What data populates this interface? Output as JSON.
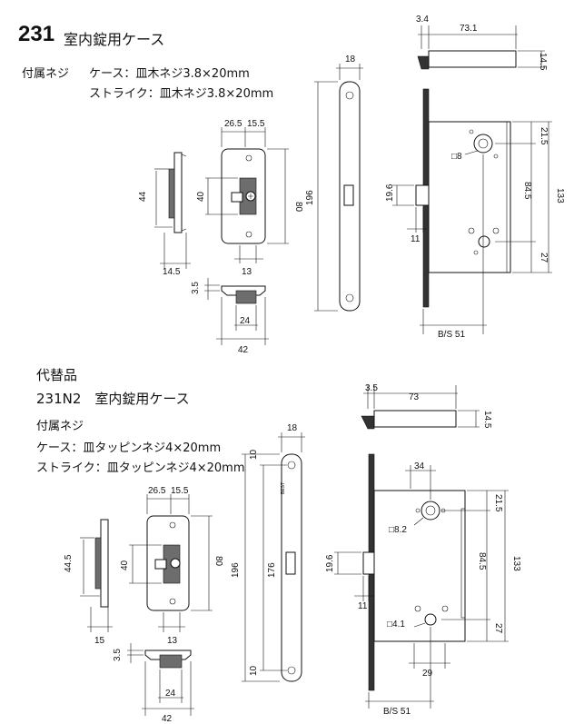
{
  "header": {
    "model_number": "231",
    "model_name": "室内錠用ケース",
    "accessories_label": "付属ネジ",
    "case_screw": "ケース：皿木ネジ3.8×20mm",
    "strike_screw": "ストライク：皿木ネジ3.8×20mm"
  },
  "alternate": {
    "heading": "代替品",
    "model": "231N2　室内錠用ケース",
    "accessories_label": "付属ネジ",
    "case_screw": "ケース：皿タッピンネジ4×20mm",
    "strike_screw": "ストライク：皿タッピンネジ4×20mm"
  },
  "top_dims": {
    "strike_w1": "26.5",
    "strike_w2": "15.5",
    "strike_h40": "40",
    "strike_h80": "80",
    "strike_bottom": "13",
    "latch_h": "44",
    "latch_depth": "14.5",
    "lip": "3.5",
    "strike_inner": "24",
    "strike_total": "42",
    "face_w": "18",
    "face_h": "196",
    "top_offset": "3.4",
    "bolt_len": "73.1",
    "bolt_h": "14.5",
    "sq8": "□8",
    "d21_5": "21.5",
    "d84_5": "84.5",
    "d133": "133",
    "d27": "27",
    "latch_19_6": "19.6",
    "latch_11": "11",
    "backset": "B/S 51"
  },
  "bottom_dims": {
    "strike_w1": "26.5",
    "strike_w2": "15.5",
    "strike_h40": "40",
    "strike_h80": "80",
    "strike_bottom": "13",
    "latch_h": "44.5",
    "latch_depth": "15",
    "lip": "3.5",
    "strike_inner": "24",
    "strike_total": "42",
    "face_w": "18",
    "face_h": "196",
    "face_inner": "176",
    "face_top": "10",
    "face_bottom": "10",
    "brand": "BEST",
    "top_offset": "3.5",
    "bolt_len": "73",
    "bolt_h": "14.5",
    "hub_offset": "34",
    "sq8_2": "□8.2",
    "sq4_1": "□4.1",
    "d21_5": "21.5",
    "d84_5": "84.5",
    "d133": "133",
    "d27": "27",
    "latch_19_6": "19.6",
    "latch_11": "11",
    "bottom_29": "29",
    "backset": "B/S 51"
  }
}
